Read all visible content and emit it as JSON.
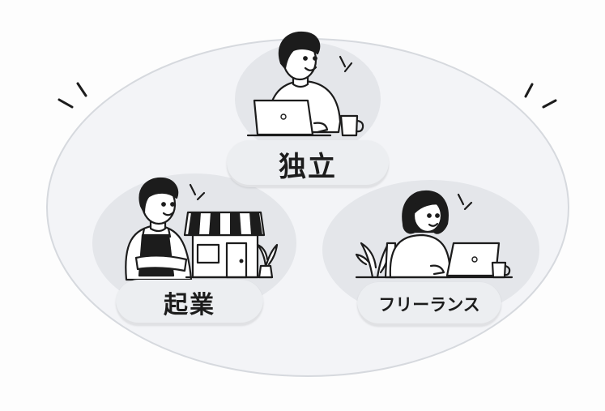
{
  "labels": {
    "independence": "独立",
    "entrepreneurship": "起業",
    "freelance": "フリーランス"
  },
  "icons": {
    "independence": "man-with-laptop-and-coffee-icon",
    "entrepreneurship": "shopkeeper-with-storefront-icon",
    "freelance": "woman-with-laptop-icon"
  },
  "colors": {
    "ellipse_fill": "#f3f4f7",
    "ellipse_stroke": "#d6d9de",
    "bubble_fill": "#e4e6ea",
    "label_fill": "#eceef1",
    "ink": "#1c1c1c"
  }
}
